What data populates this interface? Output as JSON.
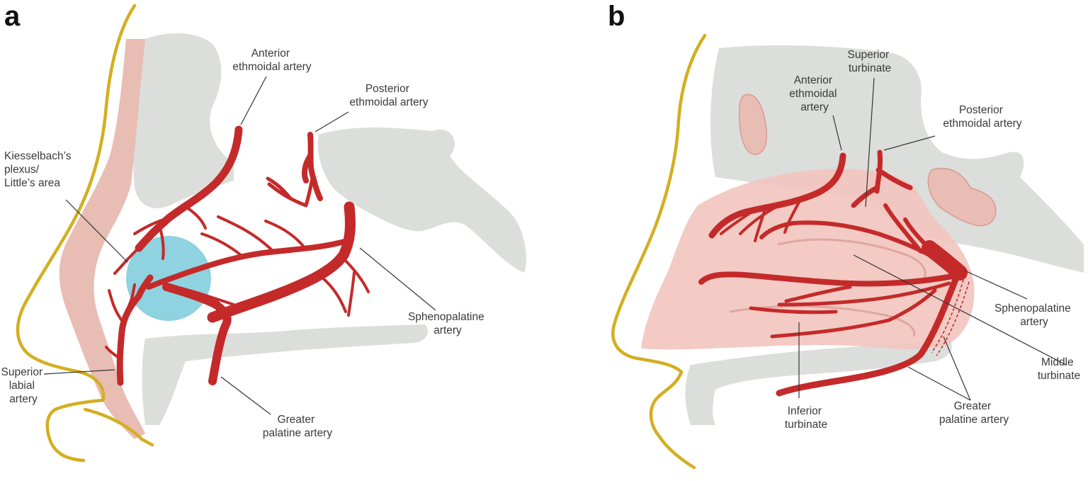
{
  "colors": {
    "artery": "#c42a2a",
    "skin_line": "#d4ae22",
    "bone": "#dcdedc",
    "mucosa": "#f2c4be",
    "cartilage": "#e8bdb4",
    "plexus": "#8fd2e0",
    "text": "#3a3a3a"
  },
  "panels": {
    "a": {
      "letter": "a",
      "labels": {
        "anterior_ethmoidal": [
          "Anterior",
          "ethmoidal artery"
        ],
        "posterior_ethmoidal": [
          "Posterior",
          "ethmoidal artery"
        ],
        "kiesselbach": [
          "Kiesselbach’s",
          "plexus/",
          "Little’s area"
        ],
        "sphenopalatine": [
          "Sphenopalatine",
          "artery"
        ],
        "superior_labial": [
          "Superior",
          "labial",
          "artery"
        ],
        "greater_palatine": [
          "Greater",
          "palatine artery"
        ]
      }
    },
    "b": {
      "letter": "b",
      "labels": {
        "superior_turbinate": [
          "Superior",
          "turbinate"
        ],
        "anterior_ethmoidal": [
          "Anterior",
          "ethmoidal",
          "artery"
        ],
        "posterior_ethmoidal": [
          "Posterior",
          "ethmoidal artery"
        ],
        "sphenopalatine": [
          "Sphenopalatine",
          "artery"
        ],
        "middle_turbinate": [
          "Middle",
          "turbinate"
        ],
        "inferior_turbinate": [
          "Inferior",
          "turbinate"
        ],
        "greater_palatine": [
          "Greater",
          "palatine artery"
        ]
      }
    }
  }
}
